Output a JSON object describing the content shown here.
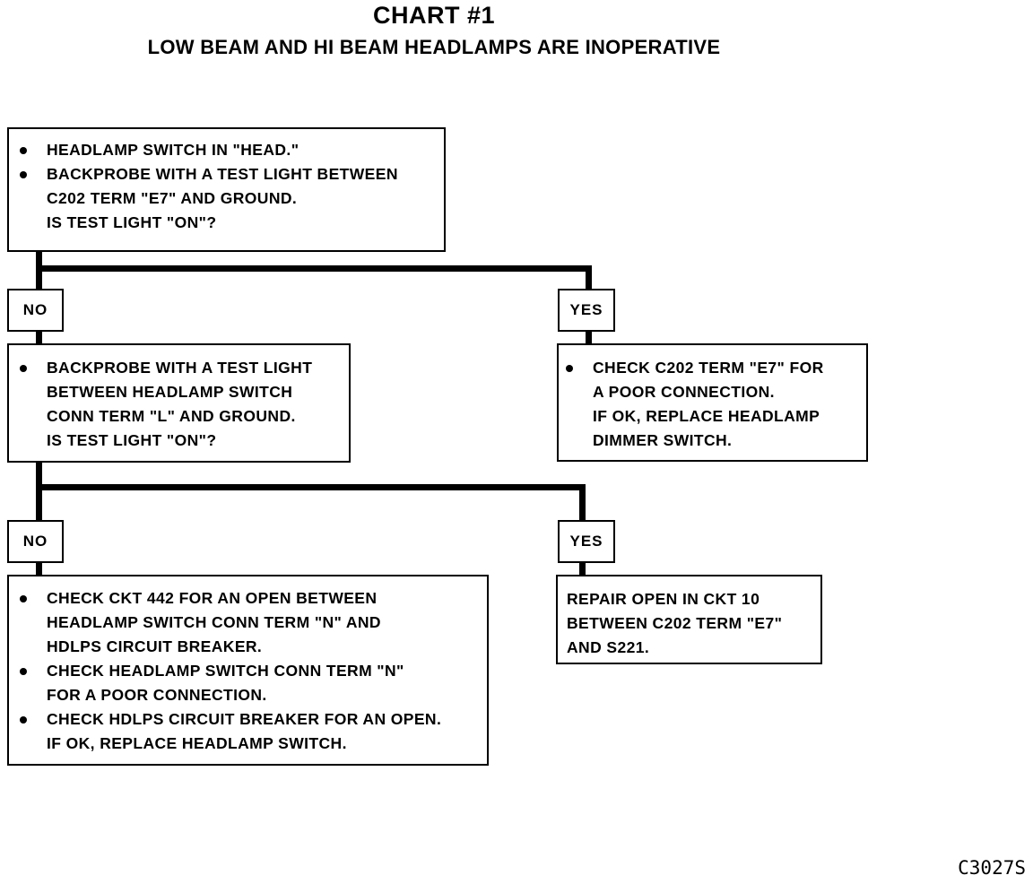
{
  "title": "CHART #1",
  "subtitle": "LOW BEAM AND HI BEAM HEADLAMPS ARE INOPERATIVE",
  "step1": {
    "lines": [
      "HEADLAMP SWITCH IN \"HEAD.\"",
      "BACKPROBE WITH A TEST LIGHT BETWEEN",
      "C202 TERM \"E7\" AND  GROUND.",
      "IS TEST LIGHT \"ON\"?"
    ]
  },
  "branch1": {
    "no_label": "NO",
    "yes_label": "YES"
  },
  "step2": {
    "lines": [
      "BACKPROBE WITH A TEST LIGHT",
      "BETWEEN HEADLAMP SWITCH",
      "CONN TERM \"L\" AND GROUND.",
      "IS TEST LIGHT \"ON\"?"
    ]
  },
  "yes1_result": {
    "lines": [
      "CHECK C202 TERM \"E7\" FOR",
      "A POOR CONNECTION.",
      "IF OK, REPLACE HEADLAMP",
      "DIMMER SWITCH."
    ]
  },
  "branch2": {
    "no_label": "NO",
    "yes_label": "YES"
  },
  "no2_result": {
    "lines": [
      "CHECK CKT 442 FOR AN OPEN BETWEEN",
      "HEADLAMP SWITCH CONN TERM \"N\" AND",
      "HDLPS CIRCUIT BREAKER.",
      "CHECK HEADLAMP SWITCH CONN TERM \"N\"",
      "FOR A POOR CONNECTION.",
      "CHECK HDLPS CIRCUIT BREAKER FOR AN OPEN.",
      "IF OK, REPLACE HEADLAMP SWITCH."
    ]
  },
  "yes2_result": {
    "lines": [
      "REPAIR OPEN IN CKT 10",
      "BETWEEN C202 TERM \"E7\"",
      "AND S221."
    ]
  },
  "figure_code": "C3027S"
}
